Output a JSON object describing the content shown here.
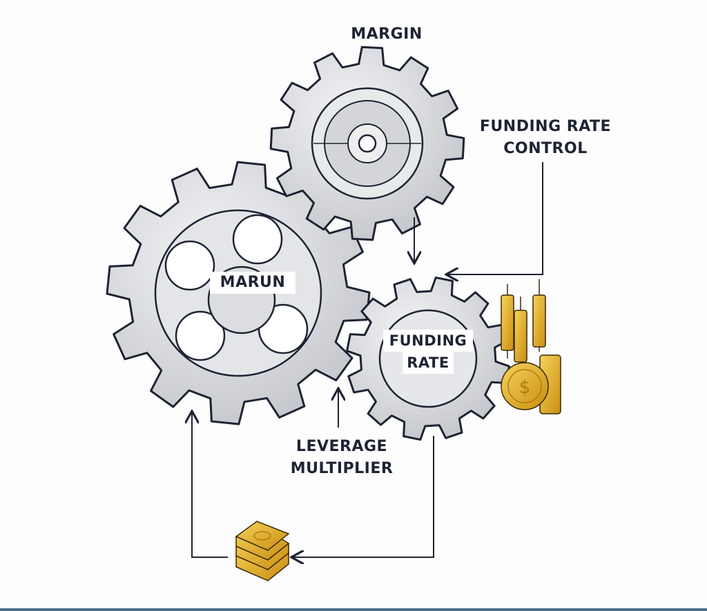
{
  "labels": {
    "top_gear": "MARGIN",
    "big_gear": "MARUN",
    "control_line1": "FUNDING RATE",
    "control_line2": "CONTROL",
    "right_gear_line1": "FUNDING",
    "right_gear_line2": "RATE",
    "leverage_line1": "LEVERAGE",
    "leverage_line2": "MULTIPLIER"
  },
  "colors": {
    "gear_fill": "#d9dadd",
    "gear_stroke": "#1e2333",
    "gold": "#e3b12c",
    "frame_bottom": "#4a6c86"
  }
}
